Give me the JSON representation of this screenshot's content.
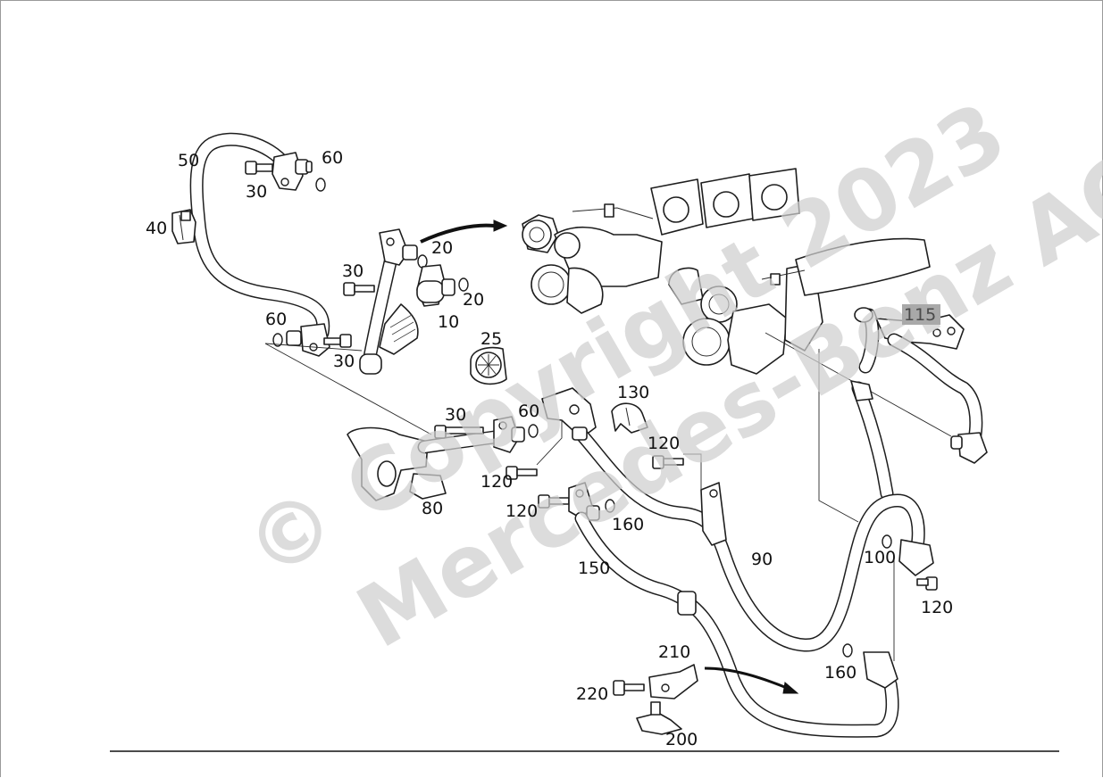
{
  "watermark": {
    "line1": "© Copyright 2023",
    "line2": "Mercedes-Benz AG"
  },
  "callouts": {
    "c10": "10",
    "c20a": "20",
    "c20b": "20",
    "c25": "25",
    "c30a": "30",
    "c30b": "30",
    "c30c": "30",
    "c30d": "30",
    "c40": "40",
    "c50": "50",
    "c60a": "60",
    "c60b": "60",
    "c60c": "60",
    "c80": "80",
    "c90": "90",
    "c100": "100",
    "c115": "115",
    "c120a": "120",
    "c120b": "120",
    "c120c": "120",
    "c120d": "120",
    "c130": "130",
    "c150": "150",
    "c160a": "160",
    "c160b": "160",
    "c200": "200",
    "c210": "210",
    "c220": "220"
  },
  "colors": {
    "line": "#1e1e1e",
    "watermark": "#cfcfcf",
    "highlight": "#a9a9a9"
  }
}
